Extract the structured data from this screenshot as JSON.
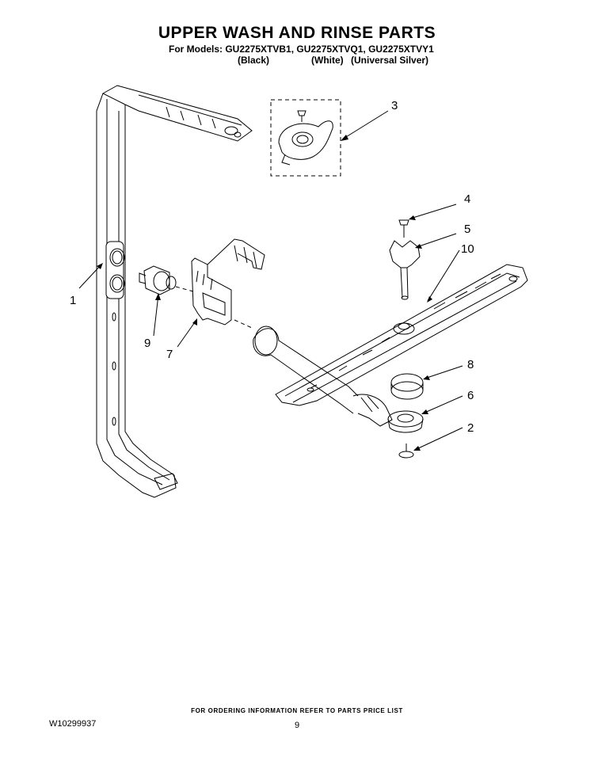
{
  "header": {
    "title": "UPPER WASH AND RINSE PARTS",
    "models_line": "For Models: GU2275XTVB1, GU2275XTVQ1, GU2275XTVY1",
    "colors": [
      "(Black)",
      "(White)",
      "(Universal Silver)"
    ]
  },
  "callouts": [
    "1",
    "2",
    "3",
    "4",
    "5",
    "6",
    "7",
    "8",
    "9",
    "10"
  ],
  "footer": {
    "note": "FOR ORDERING INFORMATION REFER TO PARTS PRICE LIST",
    "doc_number": "W10299937",
    "page_number": "9"
  }
}
